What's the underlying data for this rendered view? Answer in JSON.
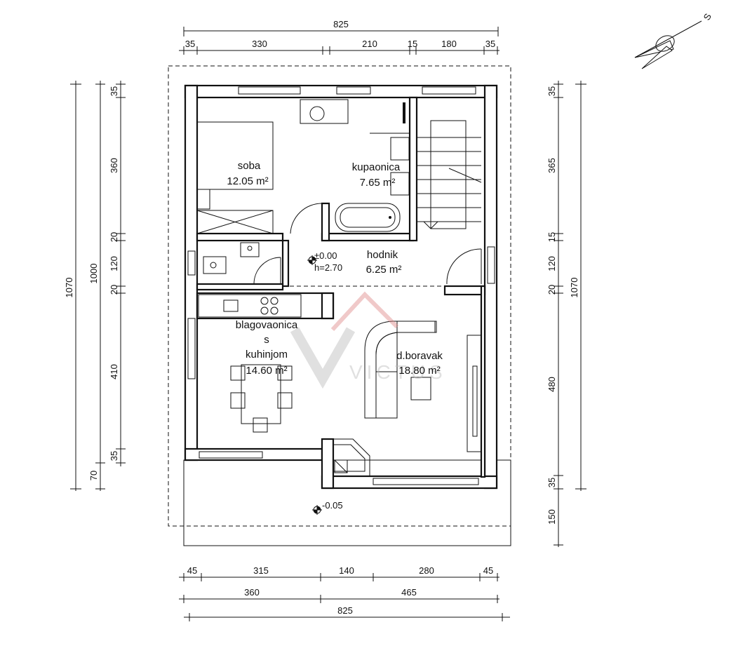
{
  "dimensions": {
    "top_total": "825",
    "top_parts": [
      "35",
      "330",
      "210",
      "15",
      "180",
      "35"
    ],
    "bottom_parts": [
      "45",
      "315",
      "140",
      "280",
      "45"
    ],
    "bottom_mid": [
      "360",
      "465"
    ],
    "bottom_total": "825",
    "left_outer": "1070",
    "left_mid": "1000",
    "left_parts": [
      "35",
      "360",
      "20",
      "120",
      "20",
      "410",
      "35",
      "70"
    ],
    "right_parts": [
      "35",
      "365",
      "15",
      "120",
      "20",
      "480",
      "35",
      "150"
    ],
    "right_outer": "1070"
  },
  "rooms": {
    "soba": {
      "name": "soba",
      "area": "12.05 m²"
    },
    "kupaonica": {
      "name": "kupaonica",
      "area": "7.65 m²"
    },
    "hodnik": {
      "name": "hodnik",
      "area": "6.25 m²"
    },
    "blagovaonica": {
      "name_line1": "blagovaonica",
      "name_line2": "s",
      "name_line3": "kuhinjom",
      "area": "14.60 m²"
    },
    "boravak": {
      "name": "d.boravak",
      "area": "18.80 m²"
    }
  },
  "levels": {
    "floor_level": "±0.00",
    "ceiling_height": "h=2.70",
    "terrace_level": "-0.05"
  },
  "compass": {
    "label": "S"
  },
  "watermark": {
    "text": "VICTUS",
    "color": "#e0a0a0"
  }
}
